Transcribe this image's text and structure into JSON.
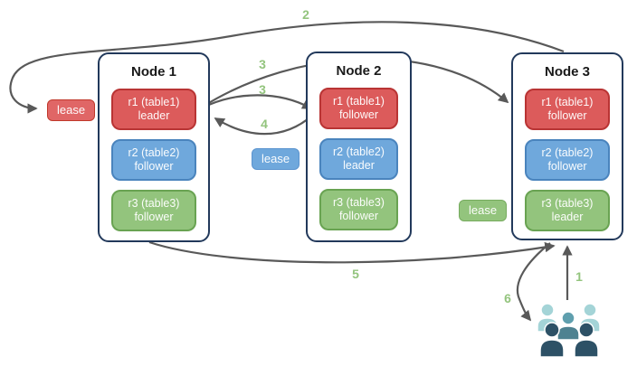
{
  "diagram": {
    "kind": "raft-leaseholder-flow",
    "nodes": [
      {
        "name": "Node 1",
        "replicas": [
          {
            "range": "r1 (table1)",
            "role": "leader",
            "color": "#dc5b5b"
          },
          {
            "range": "r2 (table2)",
            "role": "follower",
            "color": "#6fa8dc"
          },
          {
            "range": "r3 (table3)",
            "role": "follower",
            "color": "#93c47d"
          }
        ]
      },
      {
        "name": "Node 2",
        "replicas": [
          {
            "range": "r1 (table1)",
            "role": "follower",
            "color": "#dc5b5b"
          },
          {
            "range": "r2 (table2)",
            "role": "leader",
            "color": "#6fa8dc"
          },
          {
            "range": "r3 (table3)",
            "role": "follower",
            "color": "#93c47d"
          }
        ]
      },
      {
        "name": "Node 3",
        "replicas": [
          {
            "range": "r1 (table1)",
            "role": "follower",
            "color": "#dc5b5b"
          },
          {
            "range": "r2 (table2)",
            "role": "follower",
            "color": "#6fa8dc"
          },
          {
            "range": "r3 (table3)",
            "role": "leader",
            "color": "#93c47d"
          }
        ]
      }
    ],
    "leases": [
      {
        "label": "lease",
        "color": "#e06666"
      },
      {
        "label": "lease",
        "color": "#6fa8dc"
      },
      {
        "label": "lease",
        "color": "#93c47d"
      }
    ],
    "step_labels": {
      "s1": "1",
      "s2": "2",
      "s3a": "3",
      "s3b": "3",
      "s4": "4",
      "s5": "5",
      "s6": "6"
    },
    "colors": {
      "arrow": "#595959",
      "step_label": "#93c47d",
      "node_border": "#22395b",
      "replica_red": "#dc5b5b",
      "replica_blue": "#6fa8dc",
      "replica_green": "#93c47d",
      "client_light": "#a4d4d7",
      "client_medium": "#5f9fae",
      "client_dark": "#2d5166"
    }
  }
}
